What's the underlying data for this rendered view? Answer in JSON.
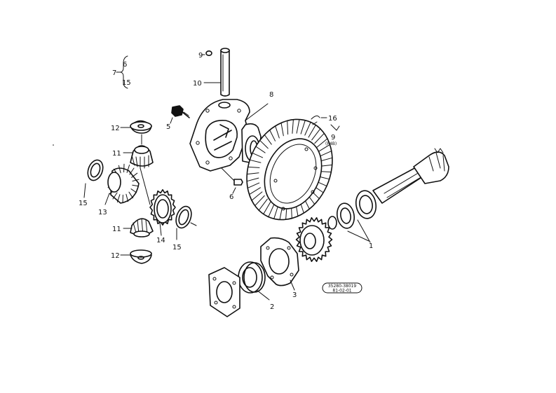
{
  "callouts": {
    "c1": "1",
    "c2": "2",
    "c3": "3",
    "c5": "5",
    "c6": "6",
    "c7": "7",
    "c8": "8",
    "c9": "9",
    "c10": "10",
    "c11a": "11",
    "c11b": "11",
    "c12a": "12",
    "c12b": "12",
    "c13": "13",
    "c14": "14",
    "c15a": "15",
    "c15b": "15",
    "c15c": "15",
    "c16": "16",
    "c6b": "6",
    "c9b": "9",
    "p4b": "(P4B)"
  },
  "stamp": {
    "line1": "35280-38019",
    "line2": "81-02-01"
  }
}
